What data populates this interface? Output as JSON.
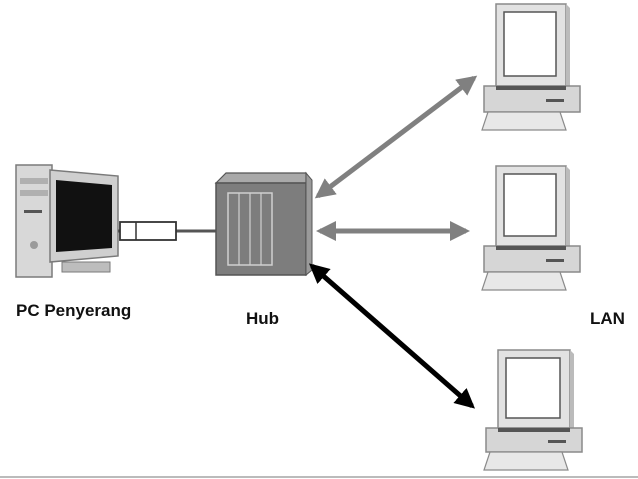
{
  "labels": {
    "attacker": "PC Penyerang",
    "hub": "Hub",
    "lan": "LAN"
  },
  "colors": {
    "background": "#ffffff",
    "device_light": "#e6e6e6",
    "device_mid": "#c9c9c9",
    "device_dark": "#8a8a8a",
    "screen": "#111111",
    "hub_face": "#7d7d7d",
    "hub_side": "#9a9a9a",
    "arrow_gray": "#808080",
    "arrow_black": "#000000"
  },
  "icons": [
    "desktop-pc-icon",
    "hub-icon",
    "computer-icon",
    "cable-connector-icon"
  ]
}
